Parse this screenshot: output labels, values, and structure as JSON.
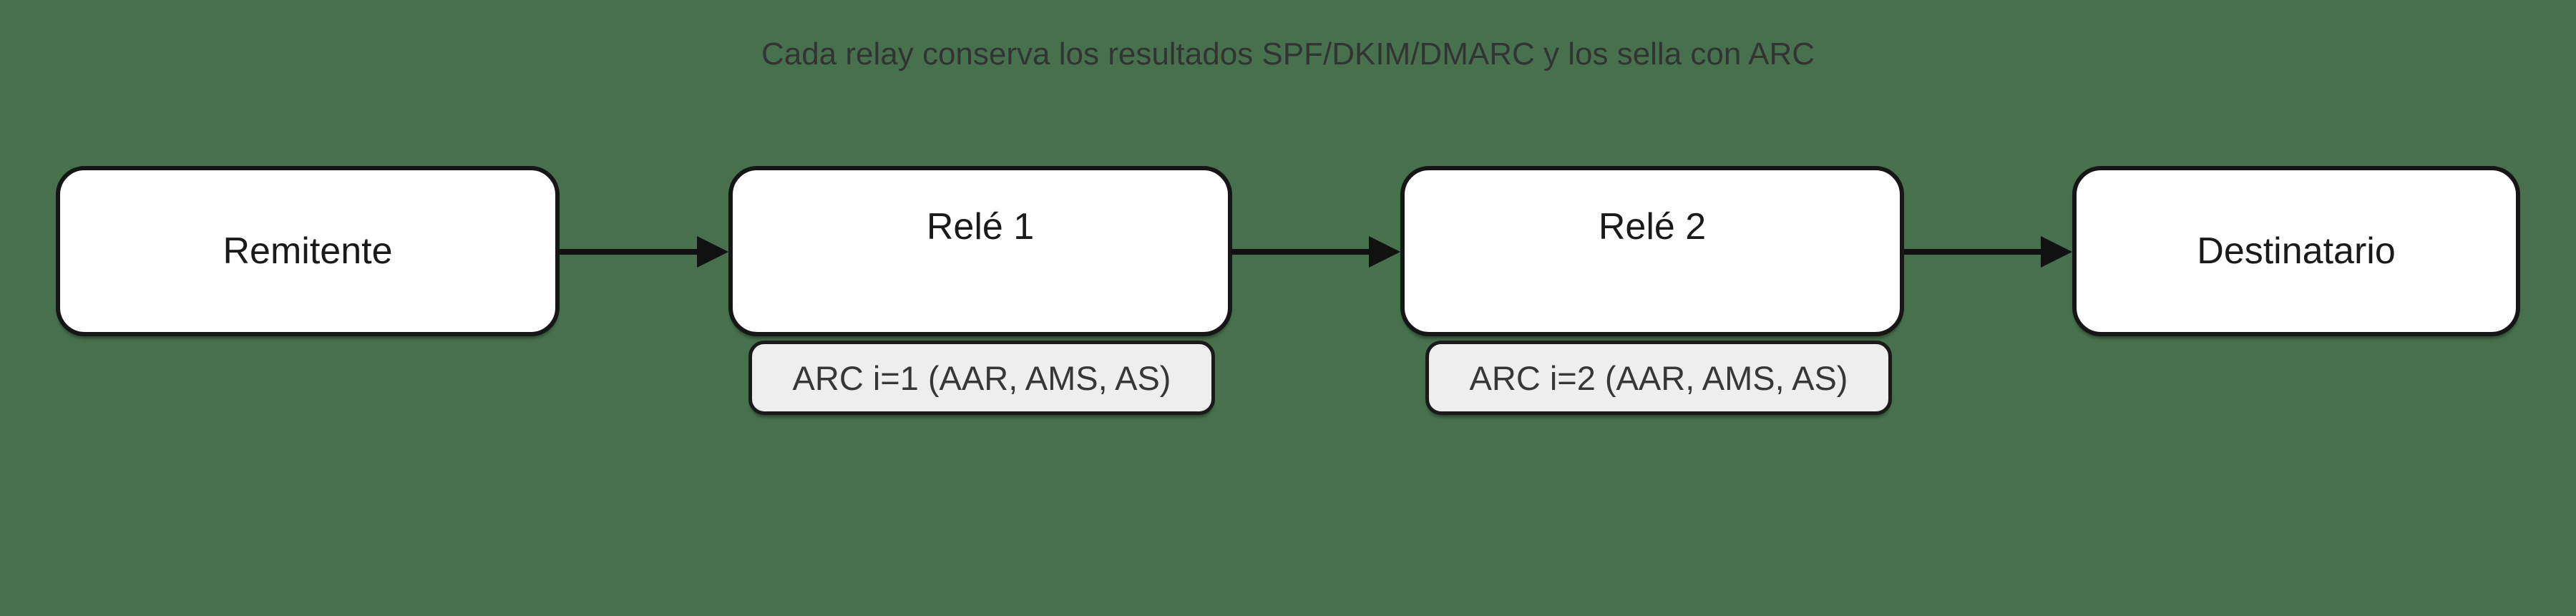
{
  "title": "Cada relay conserva los resultados SPF/DKIM/DMARC y los sella con ARC",
  "nodes": [
    {
      "id": "remitente",
      "label": "Remitente"
    },
    {
      "id": "rele-1",
      "label": "Relé 1",
      "note": "ARC i=1 (AAR, AMS, AS)"
    },
    {
      "id": "rele-2",
      "label": "Relé 2",
      "note": "ARC i=2 (AAR, AMS, AS)"
    },
    {
      "id": "destinatario",
      "label": "Destinatario"
    }
  ],
  "colors": {
    "background": "#47714d",
    "node_fill": "#ffffff",
    "node_border": "#161616",
    "node_text": "#1a1a1a",
    "note_fill": "#eeeeee",
    "note_border": "#1a1a1a",
    "note_text": "#373737",
    "title_text": "#333333",
    "arrow": "#111111"
  }
}
